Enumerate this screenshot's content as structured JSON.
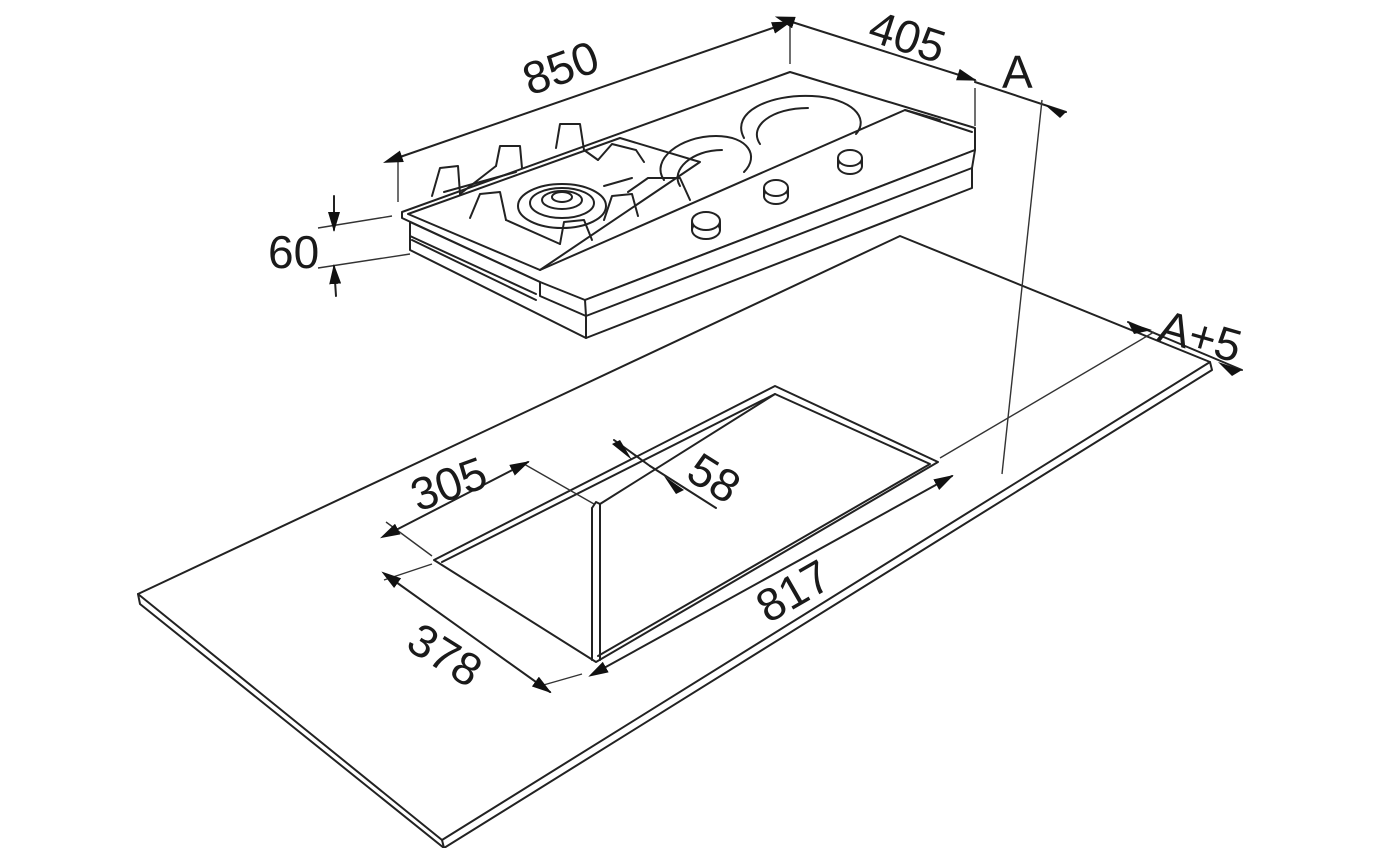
{
  "diagram": {
    "dimensions": {
      "hob_width": "850",
      "hob_depth": "405",
      "hob_height": "60",
      "clearance_a": "A",
      "clearance_a5": "A+5",
      "cutout_width": "817",
      "cutout_depth": "378",
      "center_offset": "305",
      "divider_gap": "58"
    },
    "colors": {
      "line": "#222222",
      "background": "#ffffff"
    }
  }
}
